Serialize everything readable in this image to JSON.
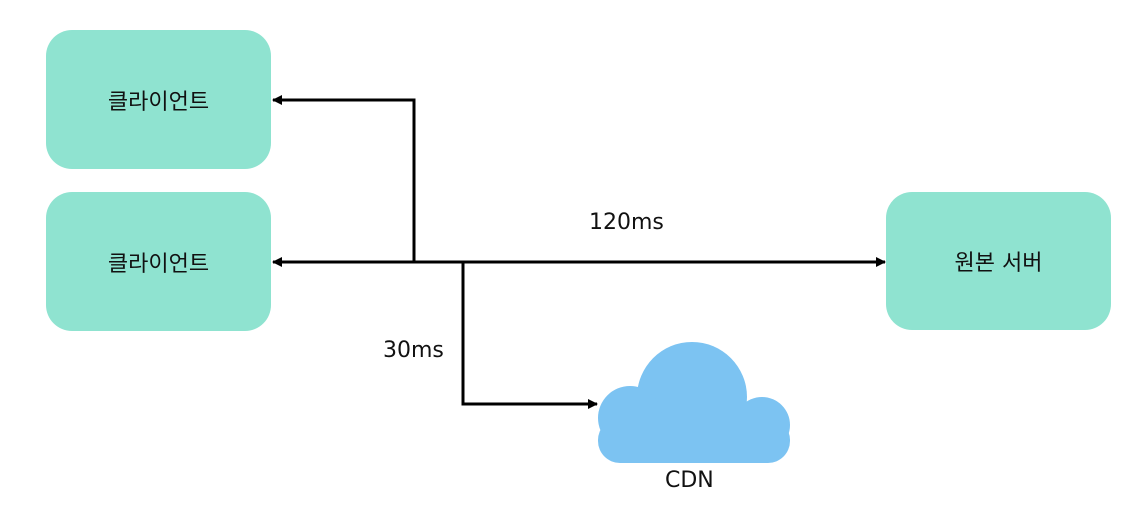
{
  "nodes": {
    "client_top": {
      "label": "클라이언트"
    },
    "client_bottom": {
      "label": "클라이언트"
    },
    "origin_server": {
      "label": "원본 서버"
    },
    "cdn": {
      "label": "CDN"
    }
  },
  "edges": {
    "to_origin_latency": "120ms",
    "to_cdn_latency": "30ms"
  },
  "colors": {
    "node_fill": "#8fe3d0",
    "cloud_fill": "#7cc3f2",
    "line": "#000000"
  }
}
